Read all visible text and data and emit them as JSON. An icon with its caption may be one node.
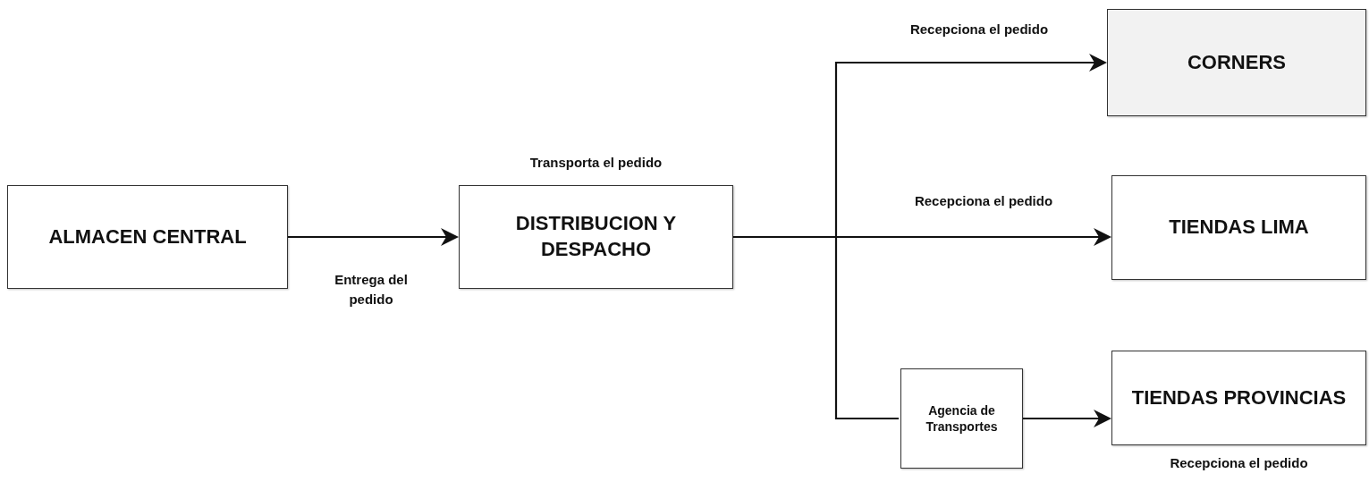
{
  "diagram": {
    "nodes": [
      {
        "text": [
          "ALMACEN CENTRAL"
        ]
      },
      {
        "text": [
          "DISTRIBUCION Y DESPACHO"
        ],
        "beside": [
          "Transporta el pedido"
        ]
      },
      {
        "text": [
          "CORNERS"
        ]
      },
      {
        "text": [
          "TIENDAS LIMA"
        ]
      },
      {
        "text": [
          "Agencia de Transportes"
        ]
      },
      {
        "text": [
          "TIENDAS PROVINCIAS"
        ],
        "beside": [
          "Recepciona el pedido"
        ]
      }
    ],
    "edges": [
      {
        "from": 0,
        "to": 1,
        "arrow": "to",
        "label": "Entrega del pedido"
      },
      {
        "from": 1,
        "to": 2,
        "arrow": "to",
        "label": "Recepciona el pedido"
      },
      {
        "from": 1,
        "to": 3,
        "arrow": "to",
        "label": "Recepciona el pedido"
      },
      {
        "from": 1,
        "to": 4,
        "arrow": "none"
      },
      {
        "from": 4,
        "to": 5,
        "arrow": "to"
      }
    ]
  }
}
